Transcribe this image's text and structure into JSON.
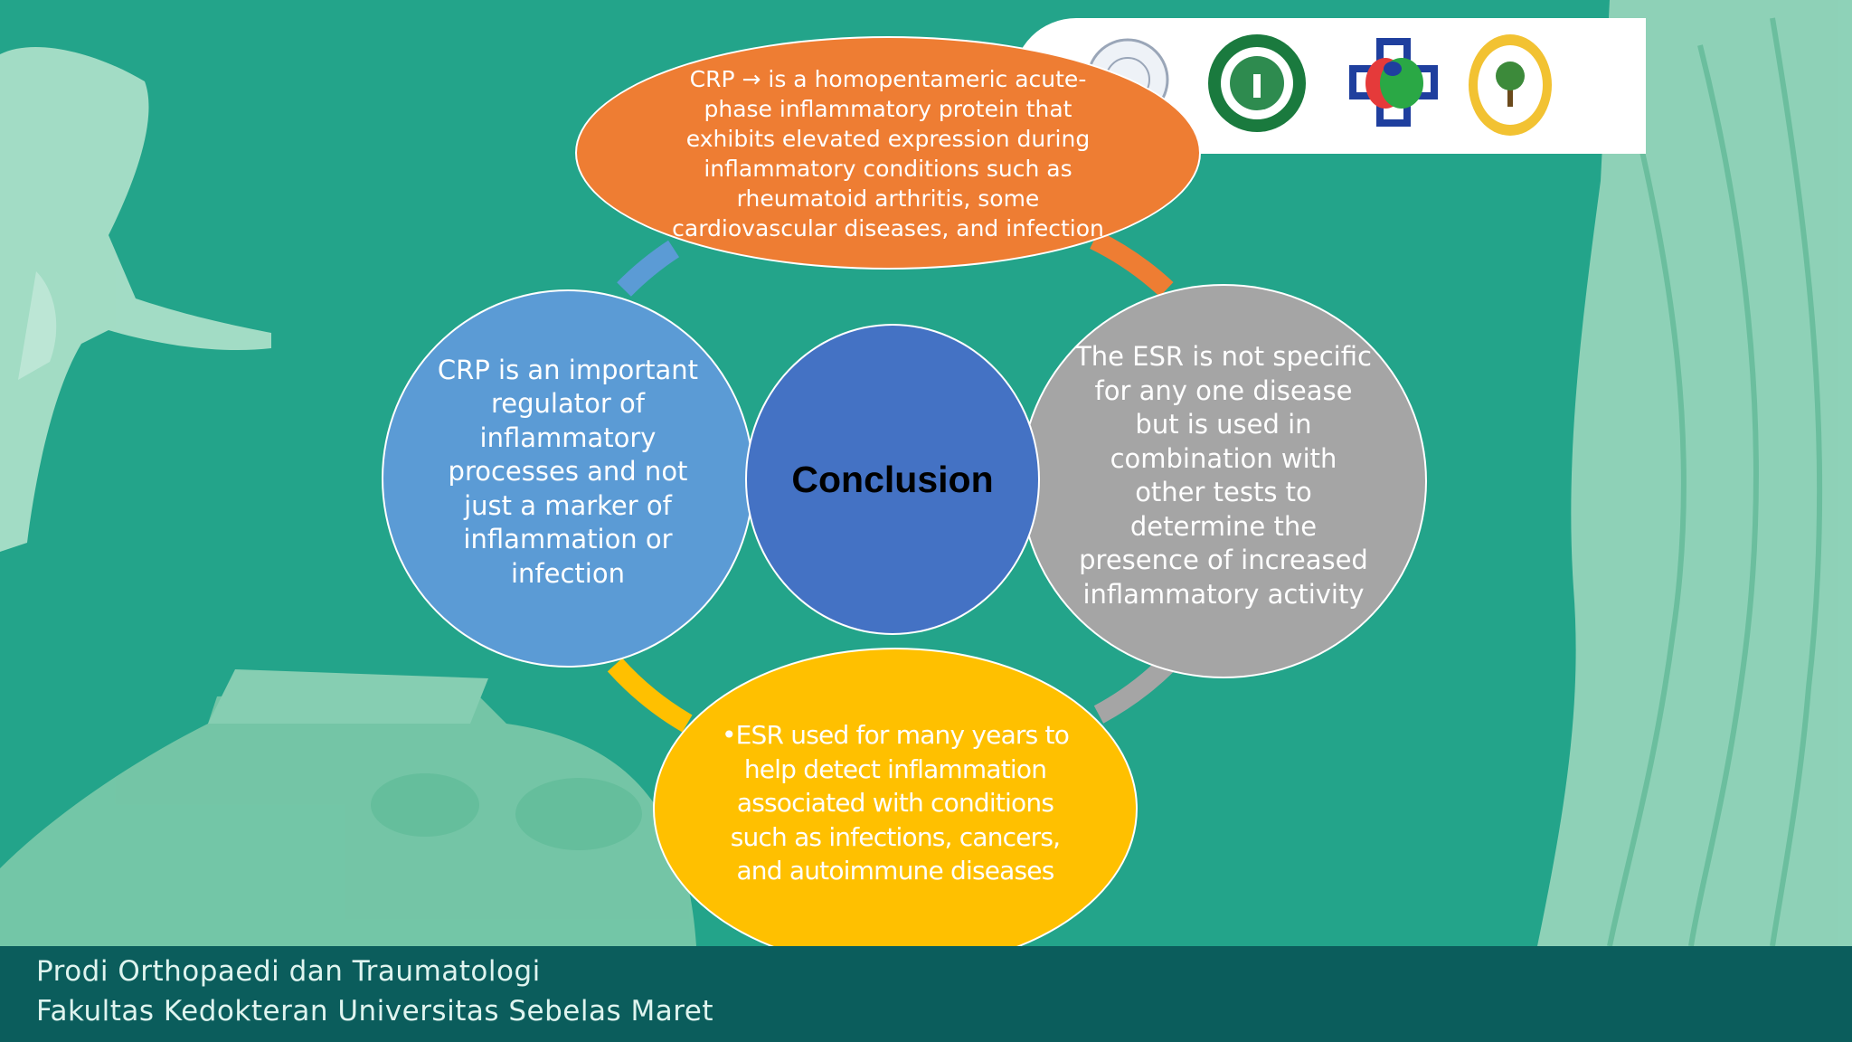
{
  "diagram": {
    "center": "Conclusion",
    "top": "CRP → is a homopentameric acute-\nphase inflammatory protein that\nexhibits elevated expression during\ninflammatory conditions such as\nrheumatoid arthritis, some\ncardiovascular diseases, and infection",
    "left": "CRP is an important\nregulator of\ninflammatory\nprocesses and not\njust a marker of\ninflammation or\ninfection",
    "right": "The ESR is not specific\nfor any one disease\nbut is used in\ncombination with\nother tests to\ndetermine the\npresence of increased\ninflammatory activity",
    "bottom": "•ESR used for many years to\nhelp detect  inflammation\nassociated with conditions\nsuch as infections, cancers,\nand autoimmune diseases"
  },
  "footer": {
    "line1": "Prodi Orthopaedi dan Traumatologi",
    "line2": "Fakultas Kedokteran Universitas Sebelas Maret"
  },
  "colors": {
    "background": "#23a48a",
    "top": "#ee7d33",
    "left": "#5b9bd5",
    "center": "#4472c4",
    "right": "#a5a5a5",
    "bottom": "#ffc000",
    "footer": "#0b5d5c"
  },
  "logos": [
    "university-seal-icon",
    "hospital-seal-icon",
    "ministry-of-health-icon",
    "orthopaedic-hospital-seal-icon"
  ]
}
